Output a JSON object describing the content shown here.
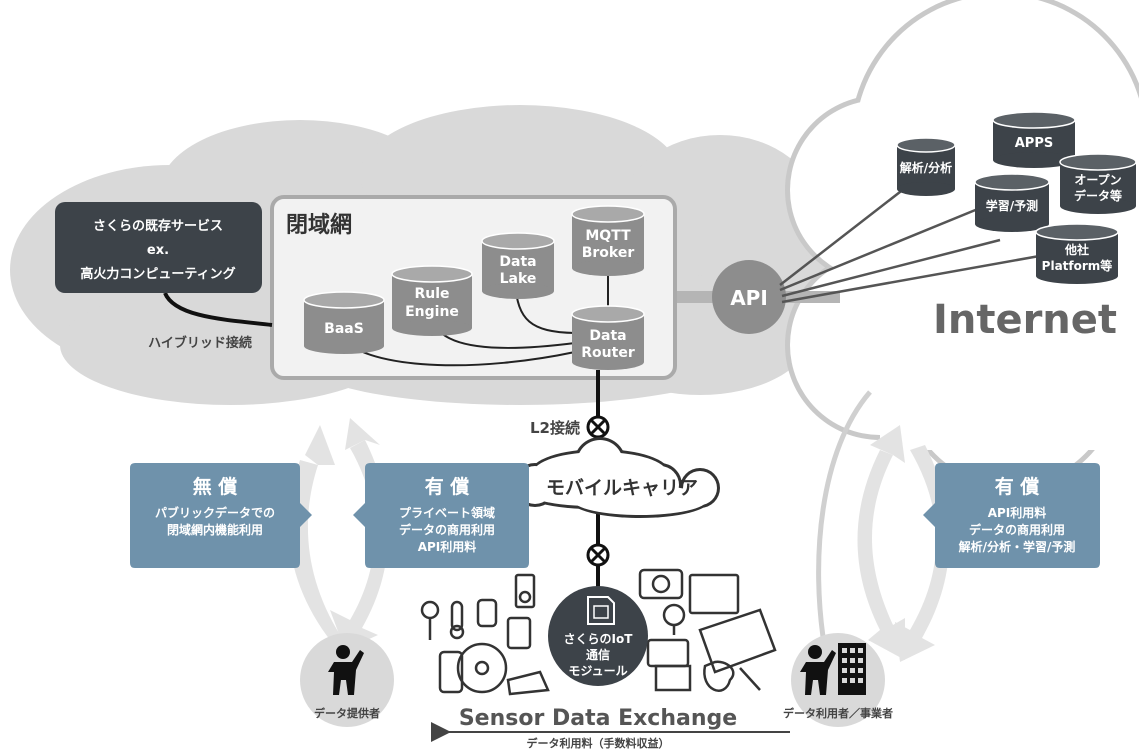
{
  "closed_network": {
    "title": "閉域網",
    "existing_service": [
      "さくらの既存サービス",
      "ex.",
      "高火力コンピューティング"
    ],
    "hybrid_label": "ハイブリッド接続",
    "nodes": {
      "baas": [
        "BaaS"
      ],
      "rule_engine": [
        "Rule",
        "Engine"
      ],
      "data_lake": [
        "Data",
        "Lake"
      ],
      "mqtt": [
        "MQTT",
        "Broker"
      ],
      "router": [
        "Data",
        "Router"
      ]
    }
  },
  "api_label": "API",
  "internet": {
    "label": "Internet",
    "services": {
      "analysis": [
        "解析/分析"
      ],
      "apps": [
        "APPS"
      ],
      "opendata": [
        "オープン",
        "データ等"
      ],
      "learning": [
        "学習/予測"
      ],
      "platform": [
        "他社",
        "Platform等"
      ]
    }
  },
  "l2_label": "L2接続",
  "mobile_carrier": "モバイルキャリア",
  "boxes": {
    "free": {
      "title": "無 償",
      "lines": [
        "パブリックデータでの",
        "閉域網内機能利用"
      ]
    },
    "paid_mid": {
      "title": "有 償",
      "lines": [
        "プライベート領域",
        "データの商用利用",
        "API利用料"
      ]
    },
    "paid_right": {
      "title": "有 償",
      "lines": [
        "API利用料",
        "データの商用利用",
        "解析/分析・学習/予測"
      ]
    }
  },
  "module": [
    "さくらのIoT",
    "通信",
    "モジュール"
  ],
  "provider_label": "データ提供者",
  "user_label": "データ利用者／事業者",
  "exchange_title": "Sensor Data Exchange",
  "fee_label": "データ利用料（手数料収益）",
  "colors": {
    "cloud": "#d9d9d9",
    "dark_box": "#3d4349",
    "cylinder": "#8d8d8d",
    "cylinder_top": "#b0b0b0",
    "blue_box": "#6f92ab",
    "arrow": "#e3e3e3",
    "dark_text": "#444444"
  },
  "icons": [
    "cloud-icon",
    "database-icon",
    "person-icon",
    "building-icon",
    "sim-card-icon",
    "connector-icon"
  ]
}
